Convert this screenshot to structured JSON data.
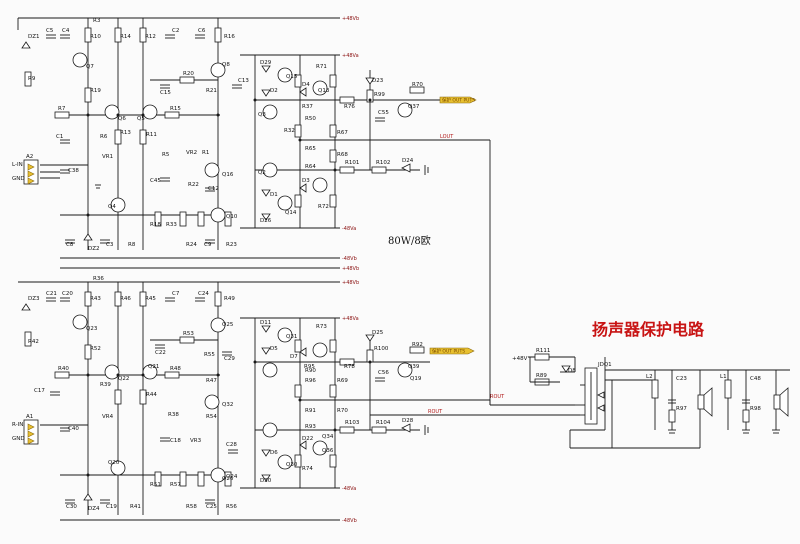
{
  "title": "扬声器保护电路",
  "power_rating": "80W/8欧",
  "rails": {
    "pos_b": "+48Vb",
    "neg_b": "-48Vb",
    "pos_a": "+48Va",
    "neg_a": "-48Va",
    "protect_v": "+48V"
  },
  "nets": {
    "lout": "LOUT",
    "rout": "ROUT",
    "rout_b": "ROUT"
  },
  "inputs": {
    "l_in": "L-IN",
    "r_in": "R-IN",
    "gnd_l": "GND",
    "gnd_r": "GND",
    "conn_l": "A2",
    "conn_r": "A1"
  },
  "tags": {
    "tag_l": "保护 OUT PUTS",
    "tag_r": "保护 OUT PUTS"
  },
  "labels_top": [
    "DZ1",
    "C5",
    "C4",
    "R10",
    "R3",
    "R14",
    "R12",
    "C2",
    "C6",
    "R16",
    "Q7",
    "R9",
    "R19",
    "R7",
    "C1",
    "R6",
    "R13",
    "Q6",
    "Q5",
    "R11",
    "R15",
    "VR1",
    "C38",
    "Q4",
    "R18",
    "R33",
    "R24",
    "R23",
    "C8",
    "DZ2",
    "C3",
    "R8",
    "Q10",
    "C9",
    "C15",
    "R20",
    "R21",
    "C13",
    "Q8",
    "D29",
    "Q15",
    "R71",
    "D23",
    "D2",
    "D4",
    "Q13",
    "R37",
    "R76",
    "R99",
    "R70",
    "Q37",
    "R50",
    "C55",
    "R32",
    "R65",
    "R67",
    "R64",
    "R68",
    "R101",
    "R102",
    "D24",
    "Q3",
    "Q2",
    "D1",
    "D3",
    "R72",
    "Q14",
    "Q16",
    "D26",
    "R5",
    "C45",
    "VR2",
    "R22",
    "C12",
    "R1"
  ],
  "labels_bottom": [
    "DZ3",
    "C21",
    "C20",
    "R43",
    "R36",
    "R46",
    "R45",
    "C7",
    "C24",
    "R49",
    "Q23",
    "R42",
    "R52",
    "R40",
    "C17",
    "R39",
    "Q22",
    "Q21",
    "R44",
    "R48",
    "VR4",
    "C40",
    "R38",
    "C18",
    "Q20",
    "R51",
    "R57",
    "R58",
    "C25",
    "R56",
    "C30",
    "DZ4",
    "C19",
    "R41",
    "Q24",
    "C22",
    "R53",
    "R55",
    "C29",
    "Q25",
    "D11",
    "Q31",
    "R73",
    "D25",
    "D5",
    "D7",
    "R95",
    "R78",
    "R100",
    "R92",
    "Q39",
    "C56",
    "R90",
    "R96",
    "R69",
    "R91",
    "R70",
    "R93",
    "R103",
    "R104",
    "D28",
    "Q30",
    "D6",
    "D30",
    "R74",
    "Q36",
    "D22",
    "Q32",
    "R54",
    "VR3",
    "C28",
    "Q26",
    "Q34",
    "Q19",
    "R47"
  ],
  "labels_protect": [
    "R111",
    "R89",
    "D8",
    "JDQ1",
    "L2",
    "C23",
    "R97",
    "L1",
    "C48",
    "R98"
  ]
}
